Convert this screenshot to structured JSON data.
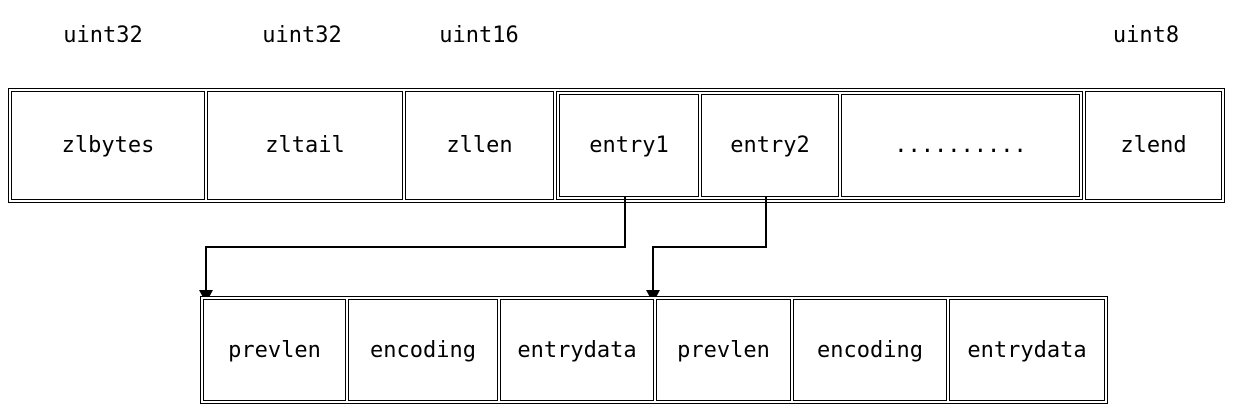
{
  "type_labels": [
    "uint32",
    "uint32",
    "uint16",
    "uint8"
  ],
  "main_row": {
    "cells": {
      "zlbytes": "zlbytes",
      "zltail": "zltail",
      "zllen": "zllen",
      "zlend": "zlend"
    },
    "entries": {
      "entry1": "entry1",
      "entry2": "entry2",
      "dots": ".........."
    }
  },
  "entry_detail": {
    "cells": [
      "prevlen",
      "encoding",
      "entrydata",
      "prevlen",
      "encoding",
      "entrydata"
    ]
  },
  "colors": {
    "line": "#000000",
    "background": "#ffffff",
    "text": "#000000"
  }
}
